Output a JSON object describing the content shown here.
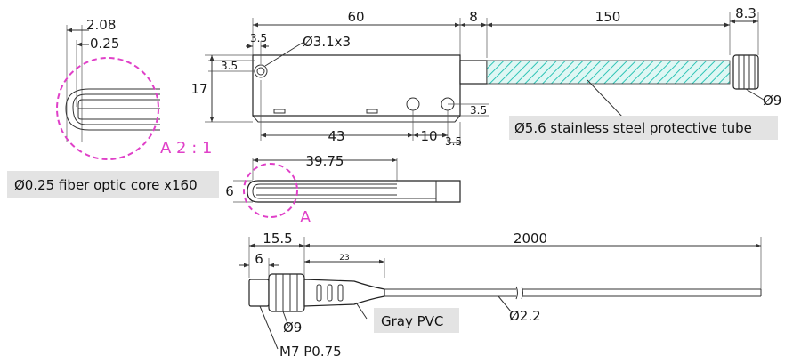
{
  "colors": {
    "highlight": "#e040c8",
    "hatch": "#2ec4b6",
    "label_bg": "#e3e3e3",
    "line": "#333333"
  },
  "detail_view": {
    "dim_width": "2.08",
    "dim_core": "0.25",
    "scale_label": "A 2 : 1"
  },
  "top_view": {
    "length": "60",
    "collar": "8",
    "tube_length": "150",
    "tip_length": "8.3",
    "hole_offset_top": "3.5",
    "hole_offset_left": "3.5",
    "holes": "Ø3.1x3",
    "height": "17",
    "hole_spacing_a": "43",
    "hole_spacing_b": "10",
    "right_offset_v": "3.5",
    "right_offset_h": "3.5",
    "tip_dia": "Ø9"
  },
  "side_view": {
    "length": "39.75",
    "thickness": "6",
    "detail_marker": "A"
  },
  "cable_view": {
    "connector_length": "15.5",
    "cable_length": "2000",
    "nut_length": "6",
    "boot_length": "23",
    "nut_dia": "Ø9",
    "cable_dia": "Ø2.2",
    "thread": "M7 P0.75"
  },
  "labels": {
    "fiber_core": "Ø0.25 fiber optic core x160",
    "protective_tube": "Ø5.6 stainless steel protective tube",
    "jacket": "Gray PVC"
  }
}
